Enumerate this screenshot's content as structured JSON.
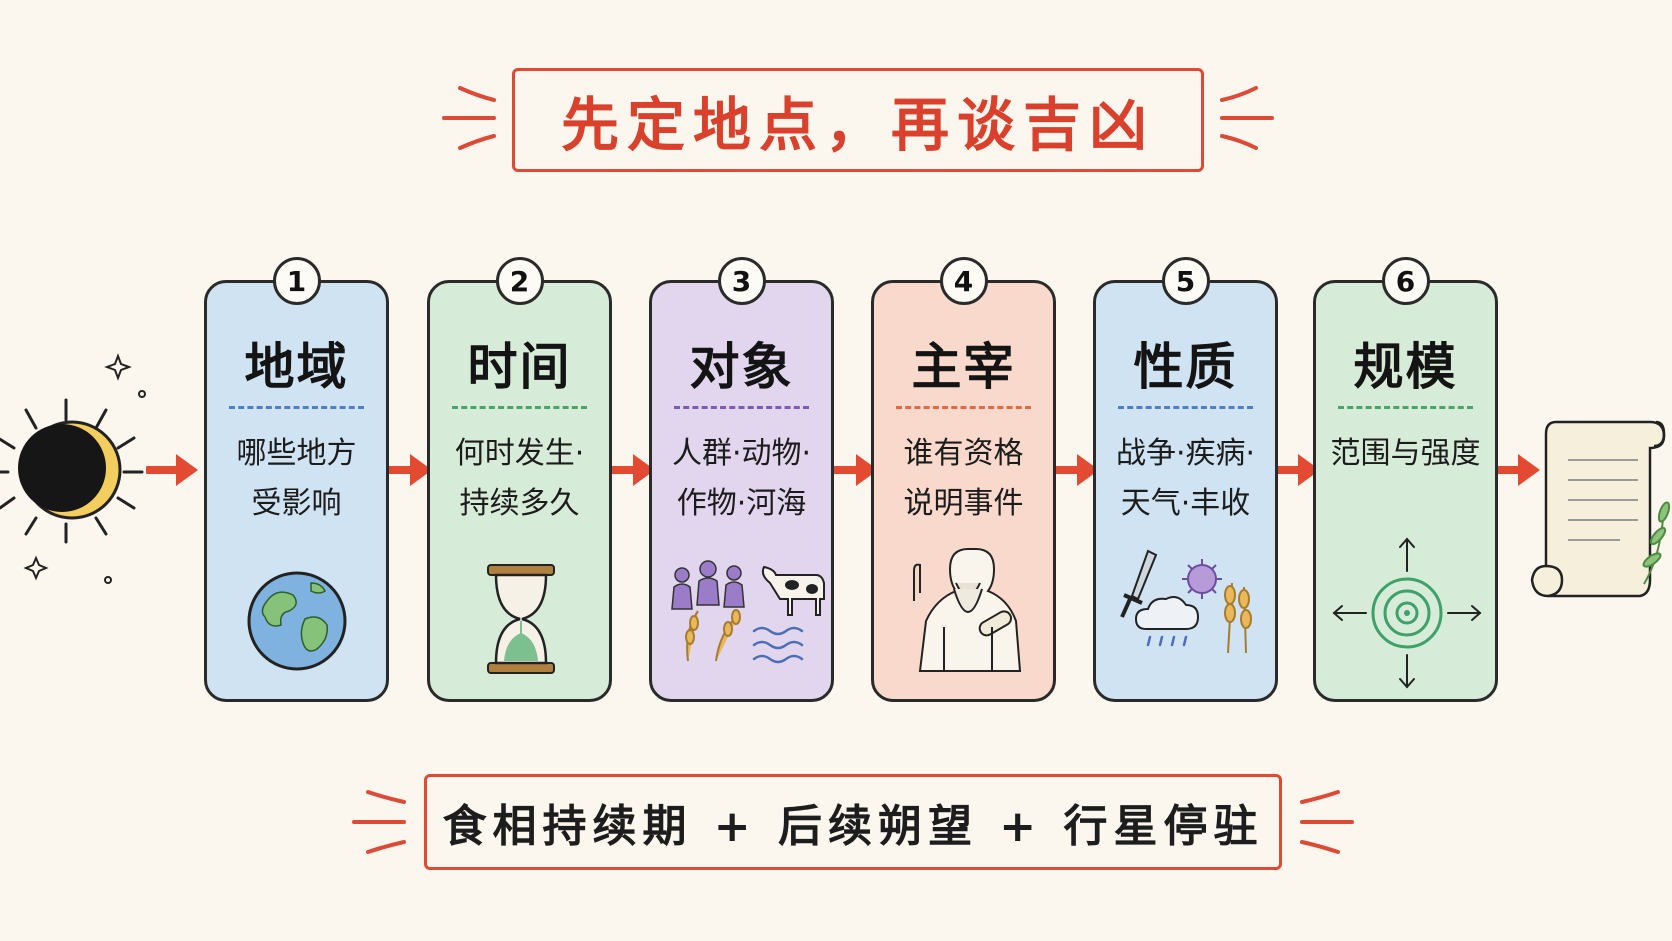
{
  "title": "先定地点，再谈吉凶",
  "footer": "食相持续期 + 后续朔望 + 行星停驻",
  "steps": [
    {
      "num": "1",
      "title": "地域",
      "desc_line1": "哪些地方",
      "desc_line2": "受影响",
      "bg": "#cfe3f2",
      "dash": "#4f7fc2",
      "icon": "globe-icon"
    },
    {
      "num": "2",
      "title": "时间",
      "desc_line1": "何时发生·",
      "desc_line2": "持续多久",
      "bg": "#d7ecd8",
      "dash": "#4aa46a",
      "icon": "hourglass-icon"
    },
    {
      "num": "3",
      "title": "对象",
      "desc_line1": "人群·动物·",
      "desc_line2": "作物·河海",
      "bg": "#e2d6ee",
      "dash": "#7c5bb0",
      "icon": "people-animals-crops-icon"
    },
    {
      "num": "4",
      "title": "主宰",
      "desc_line1": "谁有资格",
      "desc_line2": "说明事件",
      "bg": "#f8d9cb",
      "dash": "#e06a45",
      "icon": "sage-scroll-icon"
    },
    {
      "num": "5",
      "title": "性质",
      "desc_line1": "战争·疾病·",
      "desc_line2": "天气·丰收",
      "bg": "#cfe3f2",
      "dash": "#4f7fc2",
      "icon": "sword-virus-rain-wheat-icon"
    },
    {
      "num": "6",
      "title": "规模",
      "desc_line1": "范围与强度",
      "desc_line2": "",
      "bg": "#d7ecd8",
      "dash": "#4aa46a",
      "icon": "target-icon"
    }
  ],
  "colors": {
    "accent": "#dd4a35",
    "ink": "#2a2a2a",
    "background": "#fbf7ef"
  }
}
